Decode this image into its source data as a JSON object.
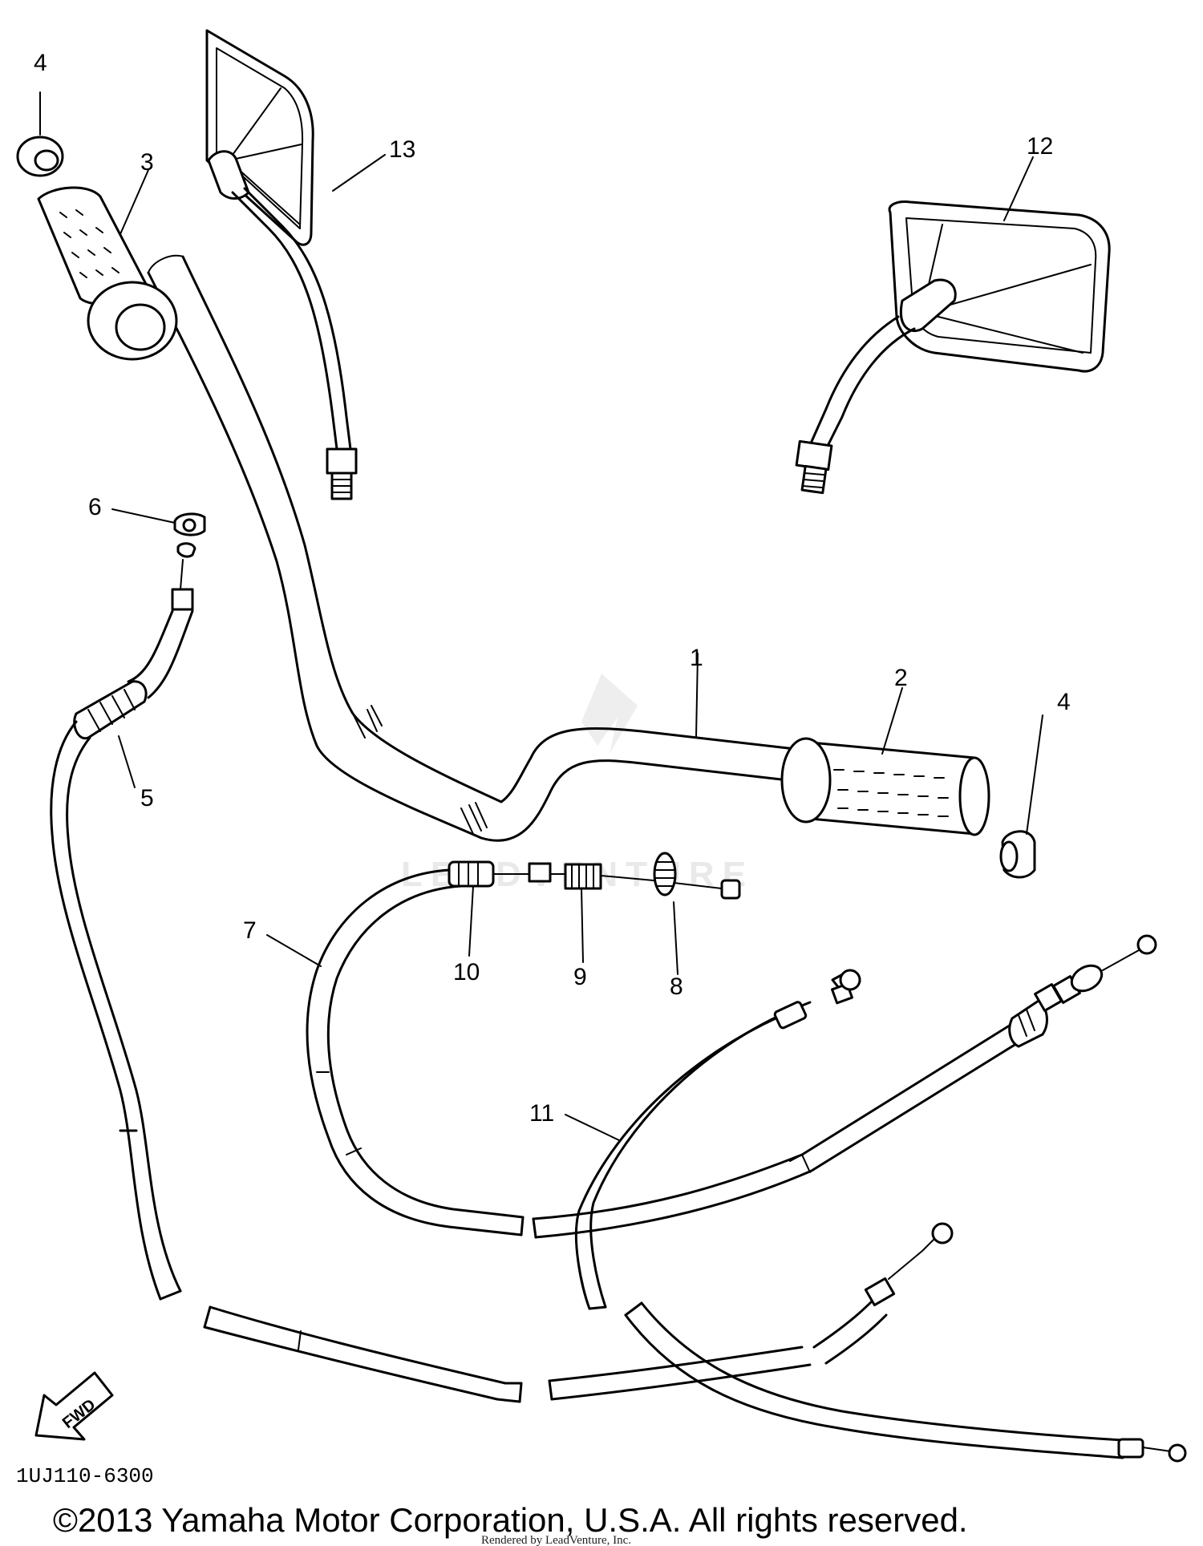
{
  "callouts": [
    "1",
    "2",
    "3",
    "4",
    "4",
    "5",
    "6",
    "7",
    "8",
    "9",
    "10",
    "11",
    "12",
    "13"
  ],
  "diagram_code": "1UJ110-6300",
  "direction_label": "FWD",
  "copyright": "©2013 Yamaha Motor Corporation, U.S.A. All rights reserved.",
  "credit": "Rendered by LeadVenture, Inc.",
  "watermark": "LEADVENTURE",
  "colors": {
    "line": "#000000",
    "background": "#ffffff",
    "watermark": "#e9e9e9"
  }
}
